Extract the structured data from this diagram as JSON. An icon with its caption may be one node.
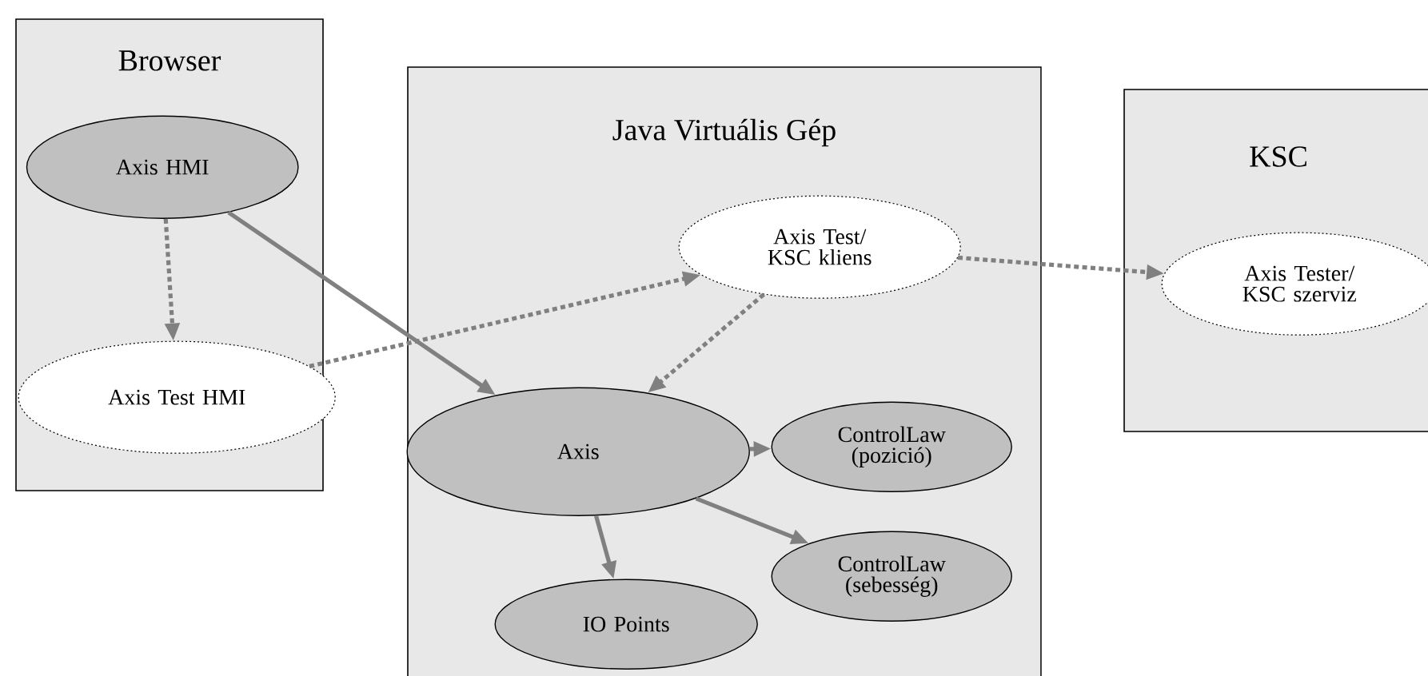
{
  "diagram": {
    "nodes": [
      {
        "text": [
          "Browser"
        ]
      },
      {
        "text": [
          "Axis HMI"
        ],
        "in": 0
      },
      {
        "text": [
          "Axis Test HMI"
        ],
        "in": 0
      },
      {
        "text": [
          "Java Virtuális Gép"
        ]
      },
      {
        "text": [
          "Axis Test/ KSC kliens"
        ],
        "in": 3
      },
      {
        "text": [
          "Axis"
        ],
        "in": 3
      },
      {
        "text": [
          "ControlLaw (pozició)"
        ],
        "in": 3
      },
      {
        "text": [
          "ControlLaw (sebesség)"
        ],
        "in": 3
      },
      {
        "text": [
          "IO Points"
        ],
        "in": 3
      },
      {
        "text": [
          "KSC"
        ]
      },
      {
        "text": [
          "Axis Tester/ KSC szerviz"
        ],
        "in": 9
      }
    ],
    "edges": [
      {
        "from": 1,
        "to": 2,
        "arrow": "to",
        "style": "dashed"
      },
      {
        "from": 1,
        "to": 5,
        "arrow": "to"
      },
      {
        "from": 2,
        "to": 4,
        "arrow": "to",
        "style": "dashed"
      },
      {
        "from": 4,
        "to": 5,
        "arrow": "to",
        "style": "dashed"
      },
      {
        "from": 4,
        "to": 10,
        "arrow": "to",
        "style": "dashed"
      },
      {
        "from": 5,
        "to": 6,
        "arrow": "to"
      },
      {
        "from": 5,
        "to": 7,
        "arrow": "to"
      },
      {
        "from": 5,
        "to": 8,
        "arrow": "to"
      }
    ]
  }
}
